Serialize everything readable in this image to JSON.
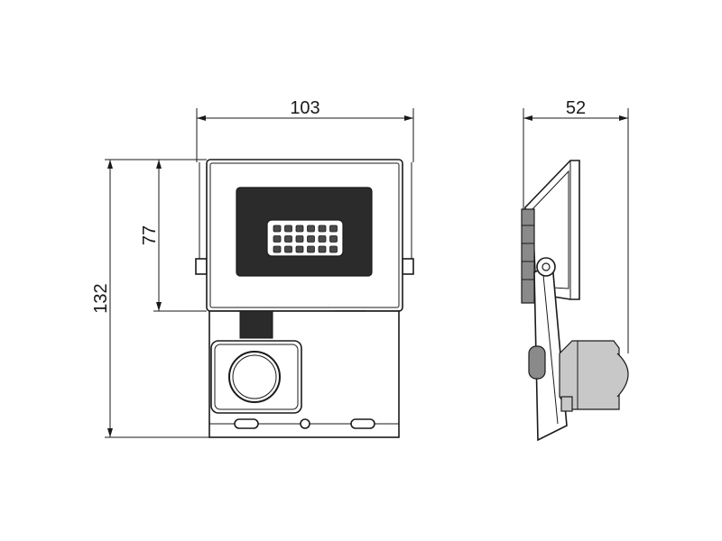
{
  "dimensions": {
    "front_width": "103",
    "side_depth": "52",
    "lamp_height": "77",
    "total_height": "132"
  },
  "colors": {
    "line": "#1a1a1a",
    "panel_dark": "#2b2b2b",
    "led": "#4a4a4a"
  },
  "led_grid": {
    "rows": 3,
    "cols": 6
  }
}
